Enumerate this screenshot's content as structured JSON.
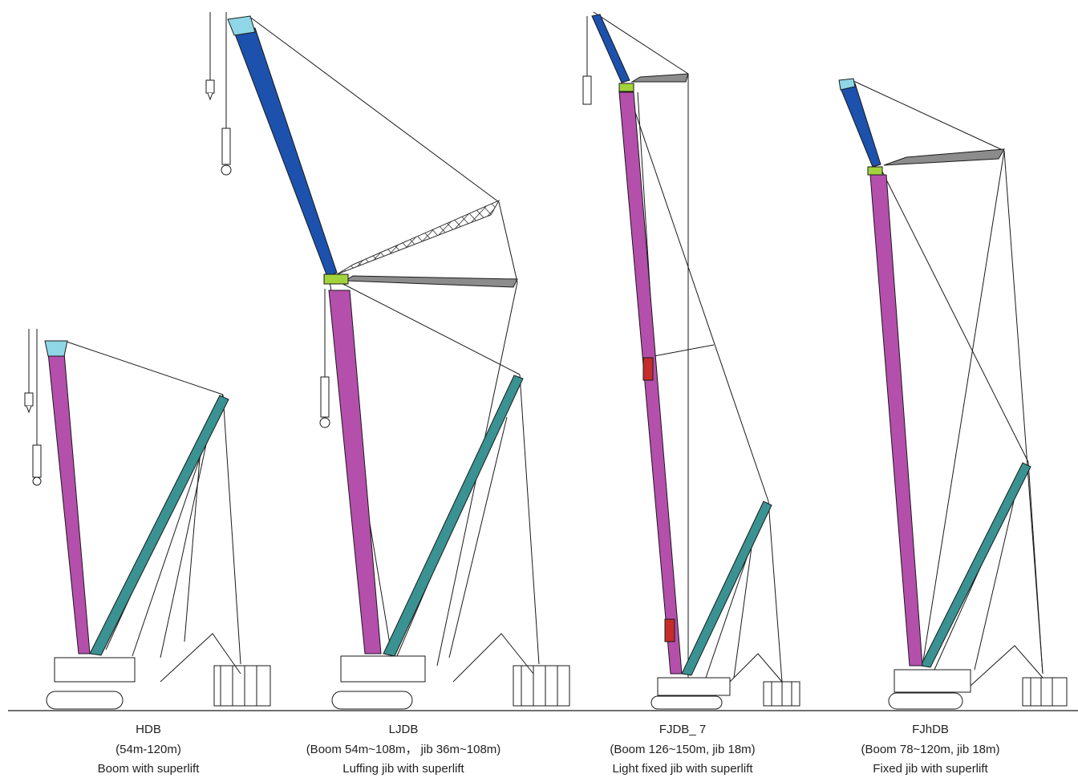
{
  "colors": {
    "main_boom": "#b44fab",
    "mast": "#3a9292",
    "luffing_jib": "#1c52ad",
    "head": "#8fd6e6",
    "strut": "#8c8c8c",
    "joint": "#c62c2c",
    "hinge": "#a3d33c",
    "line": "#1a1a1a"
  },
  "configurations": [
    {
      "code": "HDB",
      "range": "(54m-120m)",
      "description": "Boom with superlift",
      "boom_color": "magenta",
      "jib_type": "none"
    },
    {
      "code": "LJDB",
      "range": "(Boom 54m~108m， jib 36m~108m)",
      "description": "Luffing jib with superlift",
      "boom_color": "magenta",
      "jib_type": "luffing"
    },
    {
      "code": "FJDB_ 7",
      "range": "(Boom 126~150m, jib 18m)",
      "description": "Light fixed jib with superlift",
      "boom_color": "magenta",
      "jib_type": "fixed"
    },
    {
      "code": "FJhDB",
      "range": "(Boom 78~120m, jib 18m)",
      "description": "Fixed jib with superlift",
      "boom_color": "magenta",
      "jib_type": "fixed"
    }
  ]
}
